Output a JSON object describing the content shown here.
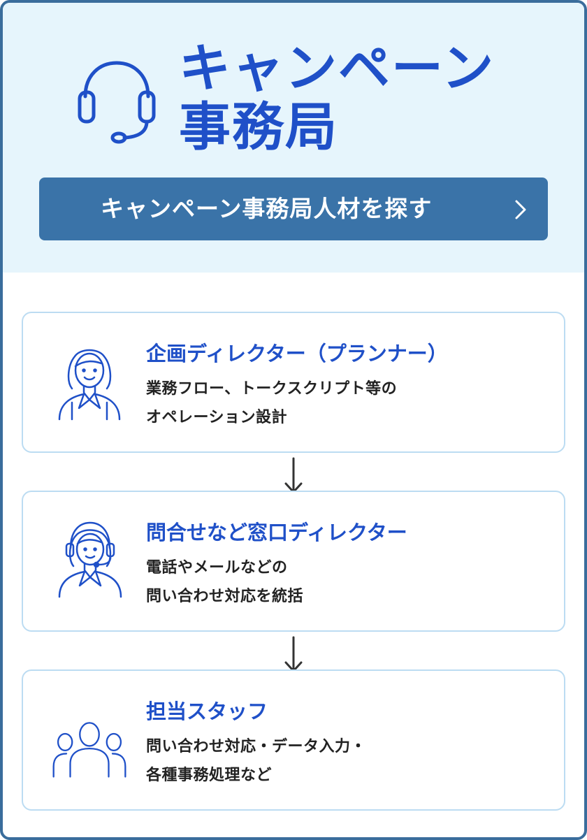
{
  "hero": {
    "title_line1": "キャンペーン",
    "title_line2": "事務局",
    "icon": "headset-icon",
    "cta_label": "キャンペーン事務局人材を探す",
    "cta_icon": "chevron-right-icon"
  },
  "cards": [
    {
      "icon": "female-director-icon",
      "title": "企画ディレクター（プランナー）",
      "desc_line1": "業務フロー、トークスクリプト等の",
      "desc_line2": "オペレーション設計"
    },
    {
      "icon": "operator-headset-icon",
      "title": "問合せなど窓口ディレクター",
      "desc_line1": "電話やメールなどの",
      "desc_line2": "問い合わせ対応を統括"
    },
    {
      "icon": "team-staff-icon",
      "title": "担当スタッフ",
      "desc_line1": "問い合わせ対応・データ入力・",
      "desc_line2": "各種事務処理など"
    }
  ],
  "colors": {
    "accent_blue": "#1f50c8",
    "button_blue": "#3a73a8",
    "hero_bg": "#e6f5fc",
    "border": "#3a6d9c"
  }
}
